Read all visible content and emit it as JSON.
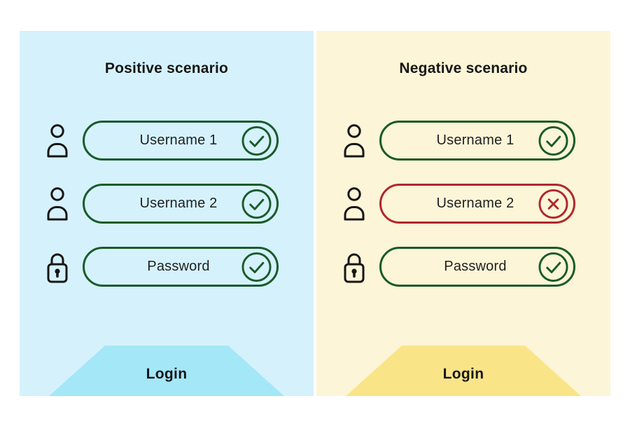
{
  "colors": {
    "page-bg": "#ffffff",
    "panel-blue": "#d5f2fc",
    "btn-blue": "#a4e7f7",
    "panel-yellow": "#fcf5d7",
    "btn-yellow": "#f9e588",
    "green": "#1a5a2c",
    "red": "#b0272d",
    "ink": "#161616"
  },
  "panels": [
    {
      "id": "positive",
      "title": "Positive scenario",
      "button_label": "Login",
      "fields": [
        {
          "label": "Username 1",
          "icon": "user-icon",
          "status": "valid",
          "status_icon": "check-icon"
        },
        {
          "label": "Username 2",
          "icon": "user-icon",
          "status": "valid",
          "status_icon": "check-icon"
        },
        {
          "label": "Password",
          "icon": "lock-icon",
          "status": "valid",
          "status_icon": "check-icon"
        }
      ]
    },
    {
      "id": "negative",
      "title": "Negative scenario",
      "button_label": "Login",
      "fields": [
        {
          "label": "Username 1",
          "icon": "user-icon",
          "status": "valid",
          "status_icon": "check-icon"
        },
        {
          "label": "Username 2",
          "icon": "user-icon",
          "status": "invalid",
          "status_icon": "x-icon"
        },
        {
          "label": "Password",
          "icon": "lock-icon",
          "status": "valid",
          "status_icon": "check-icon"
        }
      ]
    }
  ]
}
